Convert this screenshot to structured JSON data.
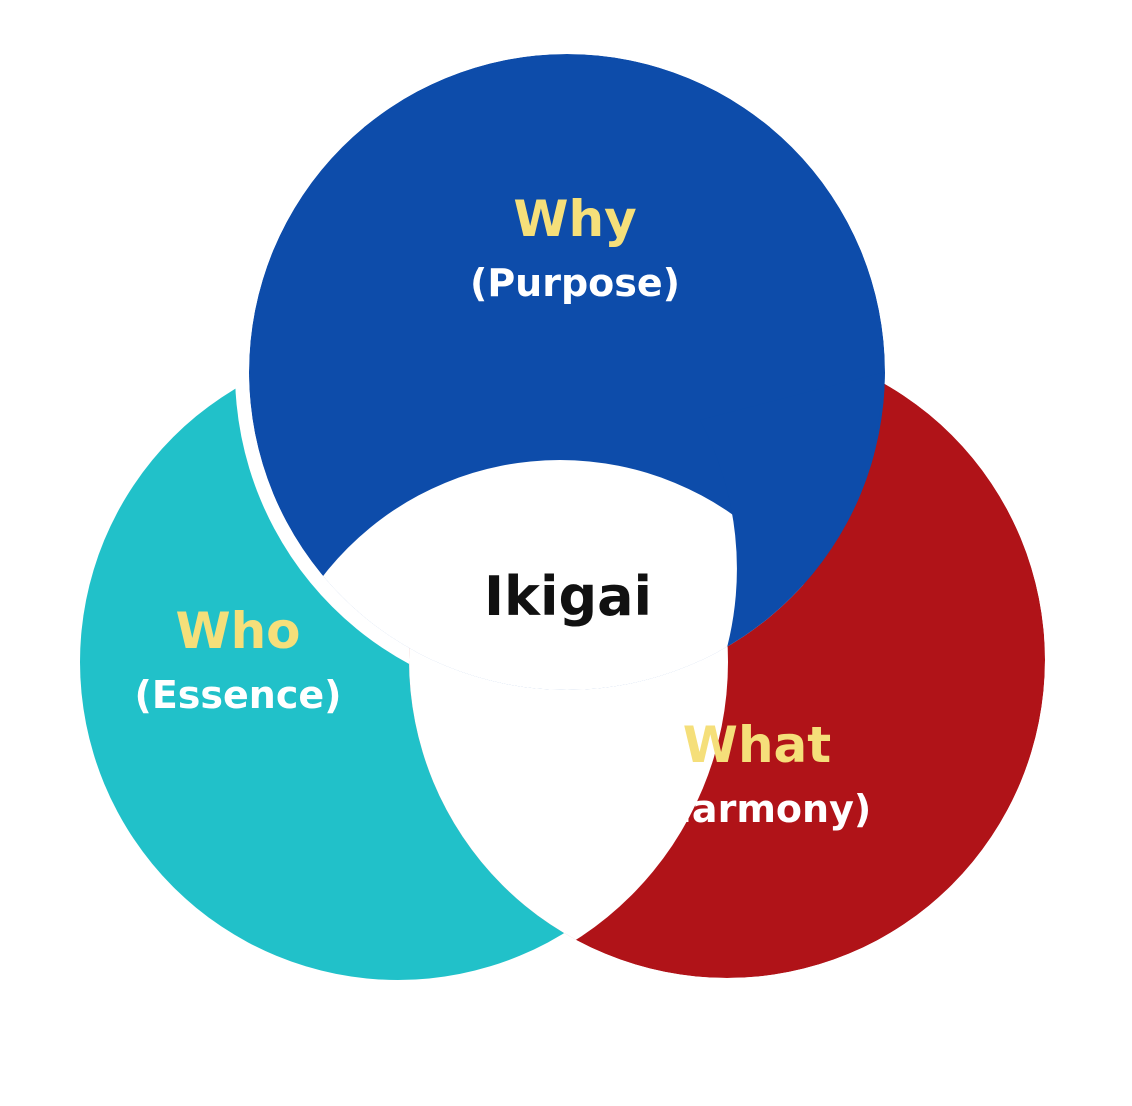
{
  "diagram": {
    "center_label": "Ikigai",
    "circles": [
      {
        "id": "why",
        "title": "Why",
        "subtitle": "(Purpose)",
        "color": "#0d4caa"
      },
      {
        "id": "what",
        "title": "What",
        "subtitle": "(Harmony)",
        "color": "#b01318"
      },
      {
        "id": "who",
        "title": "Who",
        "subtitle": "(Essence)",
        "color": "#21c1c9"
      }
    ],
    "title_color": "#f5df7a",
    "subtitle_color": "#ffffff",
    "center_text_color": "#111111",
    "gap_color": "#ffffff"
  }
}
